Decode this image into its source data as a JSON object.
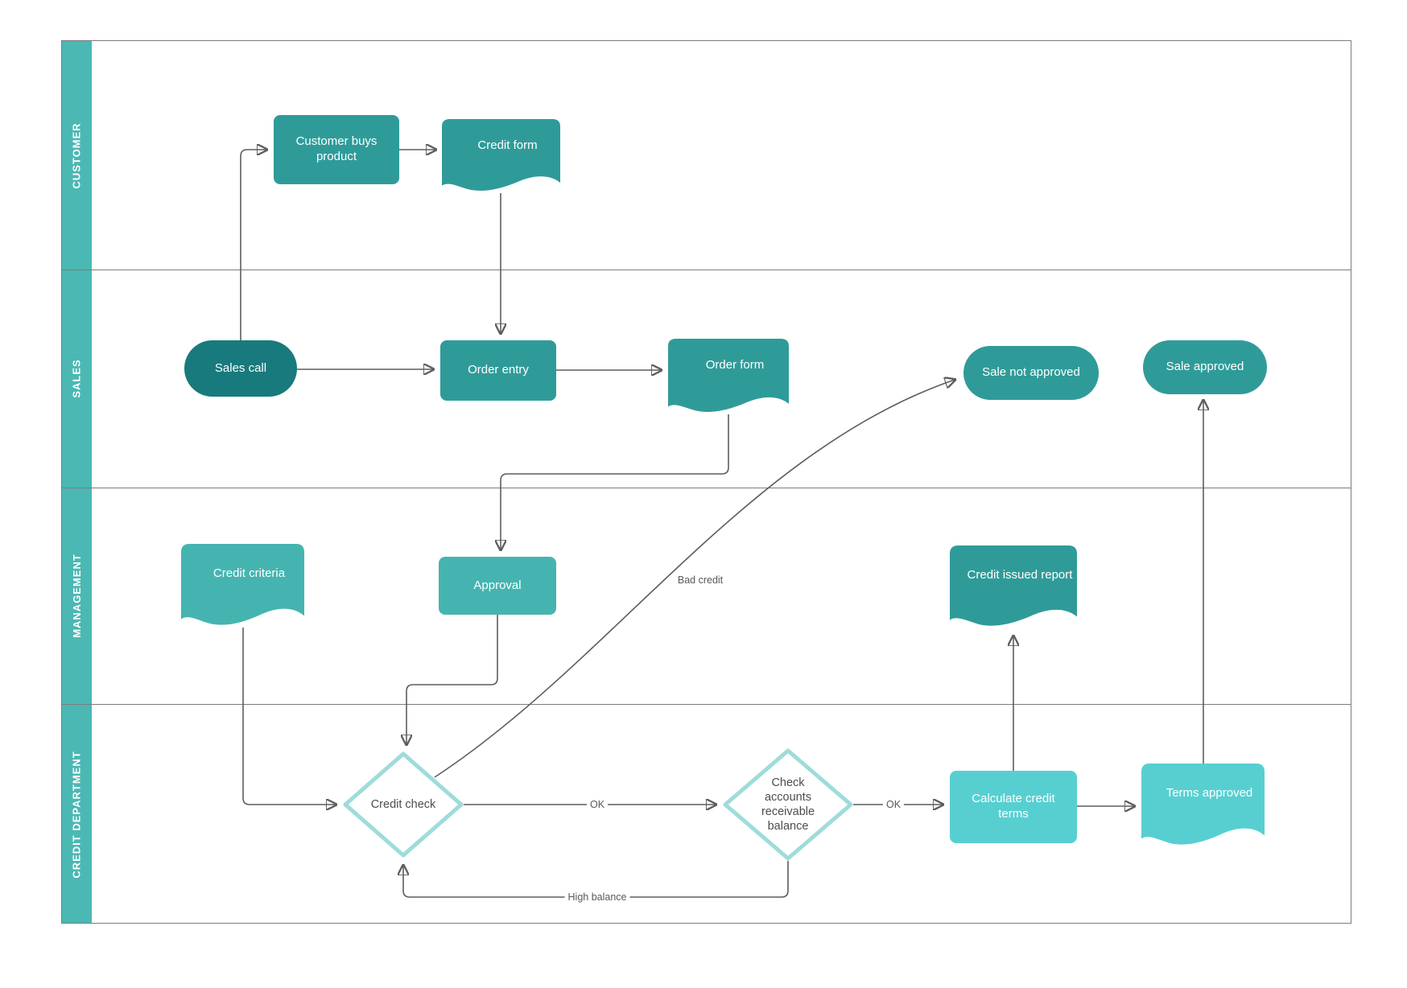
{
  "diagram": {
    "type": "swimlane-flowchart",
    "description": "Credit approval process flowchart with four swimlanes"
  },
  "palette": {
    "lane_bar": "#4BB8B3",
    "shape_teal_dark": "#187A7C",
    "shape_teal": "#2F9B99",
    "shape_teal_medium": "#45B4B0",
    "shape_teal_light": "#57CFD1",
    "decision_border": "#9EDCDA",
    "connector_gray": "#5D5D5D",
    "text_on_shape": "#FFFFFF",
    "text_dark": "#4D4D4D"
  },
  "lanes": [
    {
      "label": "CUSTOMER"
    },
    {
      "label": "SALES"
    },
    {
      "label": "MANAGEMENT"
    },
    {
      "label": "CREDIT DEPARTMENT"
    }
  ],
  "nodes": {
    "customer_buys_product": {
      "label": "Customer buys product",
      "type": "process",
      "lane": "CUSTOMER"
    },
    "credit_form": {
      "label": "Credit form",
      "type": "document",
      "lane": "CUSTOMER"
    },
    "sales_call": {
      "label": "Sales call",
      "type": "terminator",
      "lane": "SALES"
    },
    "order_entry": {
      "label": "Order entry",
      "type": "process",
      "lane": "SALES"
    },
    "order_form": {
      "label": "Order form",
      "type": "document",
      "lane": "SALES"
    },
    "sale_not_approved": {
      "label": "Sale not approved",
      "type": "terminator",
      "lane": "SALES"
    },
    "sale_approved": {
      "label": "Sale approved",
      "type": "terminator",
      "lane": "SALES"
    },
    "credit_criteria": {
      "label": "Credit criteria",
      "type": "document",
      "lane": "MANAGEMENT"
    },
    "approval": {
      "label": "Approval",
      "type": "process",
      "lane": "MANAGEMENT"
    },
    "credit_issued_report": {
      "label": "Credit issued report",
      "type": "document",
      "lane": "MANAGEMENT"
    },
    "credit_check": {
      "label": "Credit check",
      "type": "decision",
      "lane": "CREDIT DEPARTMENT"
    },
    "check_accounts_receivable_balance": {
      "label": "Check accounts receivable balance",
      "type": "decision",
      "lane": "CREDIT DEPARTMENT"
    },
    "calculate_credit_terms": {
      "label": "Calculate credit terms",
      "type": "process",
      "lane": "CREDIT DEPARTMENT"
    },
    "terms_approved": {
      "label": "Terms approved",
      "type": "document",
      "lane": "CREDIT DEPARTMENT"
    }
  },
  "edges": {
    "ok1": {
      "label": "OK",
      "from": "credit_check",
      "to": "check_accounts_receivable_balance"
    },
    "ok2": {
      "label": "OK",
      "from": "check_accounts_receivable_balance",
      "to": "calculate_credit_terms"
    },
    "bad_credit": {
      "label": "Bad credit",
      "from": "credit_check",
      "to": "sale_not_approved"
    },
    "high_balance": {
      "label": "High balance",
      "from": "check_accounts_receivable_balance",
      "to": "credit_check"
    }
  },
  "connections": [
    {
      "from": "sales_call",
      "to": "customer_buys_product"
    },
    {
      "from": "customer_buys_product",
      "to": "credit_form"
    },
    {
      "from": "credit_form",
      "to": "order_entry"
    },
    {
      "from": "sales_call",
      "to": "order_entry"
    },
    {
      "from": "order_entry",
      "to": "order_form"
    },
    {
      "from": "order_form",
      "to": "approval"
    },
    {
      "from": "approval",
      "to": "credit_check"
    },
    {
      "from": "credit_criteria",
      "to": "credit_check"
    },
    {
      "from": "credit_check",
      "to": "check_accounts_receivable_balance",
      "label": "OK"
    },
    {
      "from": "check_accounts_receivable_balance",
      "to": "calculate_credit_terms",
      "label": "OK"
    },
    {
      "from": "calculate_credit_terms",
      "to": "terms_approved"
    },
    {
      "from": "calculate_credit_terms",
      "to": "credit_issued_report"
    },
    {
      "from": "terms_approved",
      "to": "sale_approved"
    },
    {
      "from": "credit_check",
      "to": "sale_not_approved",
      "label": "Bad credit"
    },
    {
      "from": "check_accounts_receivable_balance",
      "to": "credit_check",
      "label": "High balance"
    }
  ]
}
